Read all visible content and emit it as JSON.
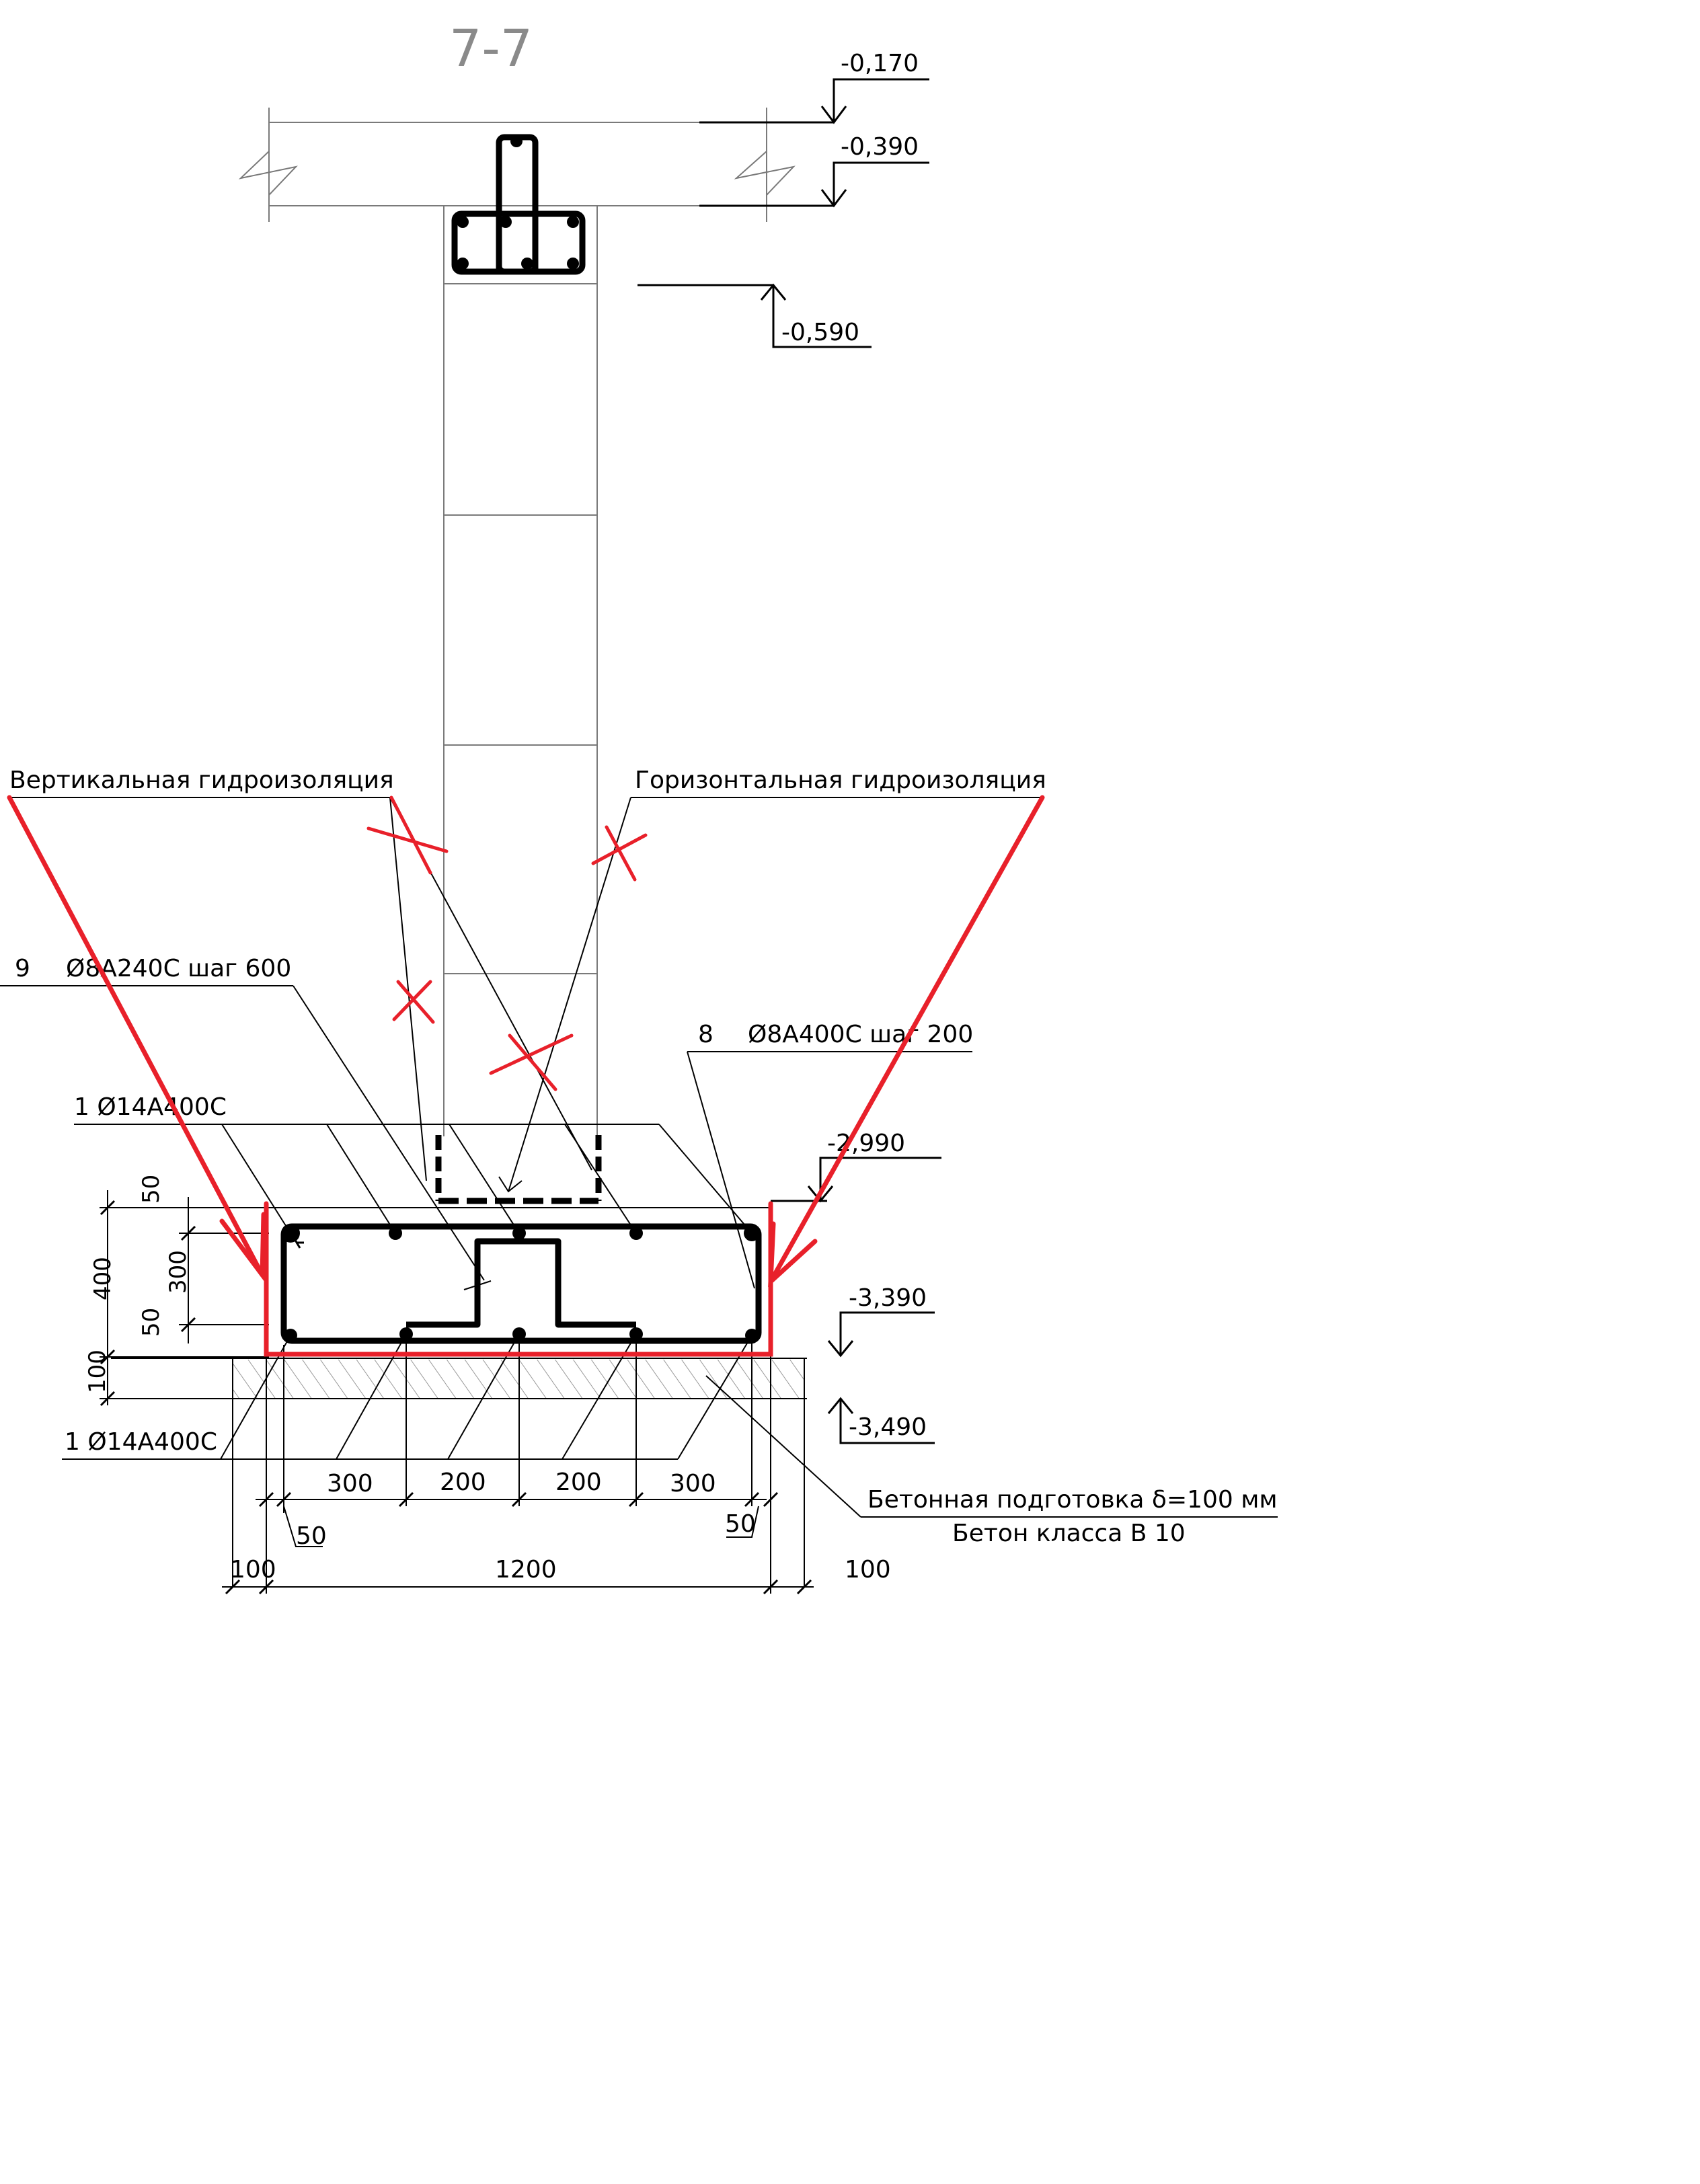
{
  "title": "7-7",
  "levels": {
    "l1": "-0,170",
    "l2": "-0,390",
    "l3": "-0,590",
    "l4": "-2,990",
    "l5": "-3,390",
    "l6": "-3,490"
  },
  "callouts": {
    "vertical_waterproofing": "Вертикальная гидроизоляция",
    "horizontal_waterproofing": "Горизонтальная гидроизоляция",
    "pos9_num": "9",
    "pos9_spec": "Ø8A240C шаг 600",
    "pos8_num": "8",
    "pos8_spec": "Ø8A400C шаг 200",
    "pos1_top": "1 Ø14A400C",
    "pos1_bottom": "1  Ø14A400C",
    "prep_line1": "Бетонная подготовка δ=100 мм",
    "prep_line2": "Бетон класса В 10"
  },
  "dimensions": {
    "d50a": "50",
    "d400": "400",
    "d300v": "300",
    "d50b": "50",
    "d100v": "100",
    "h300a": "300",
    "h200a": "200",
    "h200b": "200",
    "h300b": "300",
    "h50l": "50",
    "h50r": "50",
    "h100l": "100",
    "h1200": "1200",
    "h100r": "100"
  },
  "colors": {
    "markup": "#e8202a",
    "lines": "#000000",
    "title": "#8a8a8a"
  }
}
